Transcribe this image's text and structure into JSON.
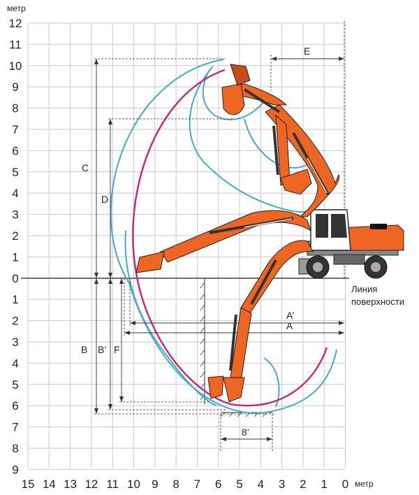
{
  "units": {
    "vertical": "метр",
    "horizontal": "метр"
  },
  "y_ticks_top": [
    "12",
    "11",
    "10",
    "9",
    "8",
    "7",
    "6",
    "5",
    "4",
    "3",
    "2",
    "1",
    "0"
  ],
  "y_ticks_bottom": [
    "1",
    "2",
    "3",
    "4",
    "5",
    "6",
    "7",
    "8",
    "9"
  ],
  "x_ticks": [
    "15",
    "14",
    "13",
    "12",
    "11",
    "10",
    "9",
    "8",
    "7",
    "6",
    "5",
    "4",
    "3",
    "2",
    "1",
    "0"
  ],
  "dimensions": {
    "A": "A",
    "A_prime": "A’",
    "B": "B",
    "B_prime": "B’",
    "C": "C",
    "D": "D",
    "E": "E",
    "F": "F",
    "eight_prime": "8’"
  },
  "ground_label": {
    "line1": "Линия",
    "line2": "поверхности"
  },
  "colors": {
    "machine": "#ee6622",
    "envelope_standard": "#44aacc",
    "envelope_alt": "#cc2277",
    "grid": "#c8c8c8"
  }
}
